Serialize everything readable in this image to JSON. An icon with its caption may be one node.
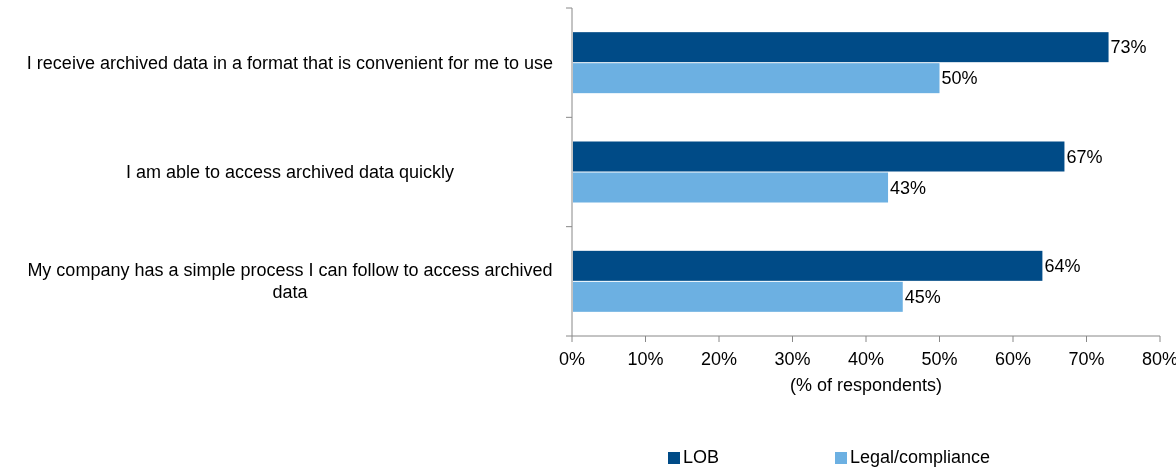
{
  "diagram": {
    "chart_data": {
      "type": "bar",
      "orientation": "horizontal",
      "xlabel": "(% of respondents)",
      "categories": [
        "I receive archived data in a format that is convenient for me to use",
        "I am able to access archived data quickly",
        "My company has a simple process I can follow to access archived data"
      ],
      "series": [
        {
          "name": "LOB",
          "color": "#004b87",
          "values": [
            73,
            67,
            64
          ]
        },
        {
          "name": "Legal/compliance",
          "color": "#6cb0e2",
          "values": [
            50,
            43,
            45
          ]
        }
      ],
      "value_labels": [
        [
          "73%",
          "67%",
          "64%"
        ],
        [
          "50%",
          "43%",
          "45%"
        ]
      ],
      "xlim": [
        0,
        80
      ],
      "legend": true,
      "xticks": [
        {
          "value": 0,
          "label": "0%"
        },
        {
          "value": 10,
          "label": "10%"
        },
        {
          "value": 20,
          "label": "20%"
        },
        {
          "value": 30,
          "label": "30%"
        },
        {
          "value": 40,
          "label": "40%"
        },
        {
          "value": 50,
          "label": "50%"
        },
        {
          "value": 60,
          "label": "60%"
        },
        {
          "value": 70,
          "label": "70%"
        },
        {
          "value": 80,
          "label": "80%"
        }
      ]
    }
  }
}
